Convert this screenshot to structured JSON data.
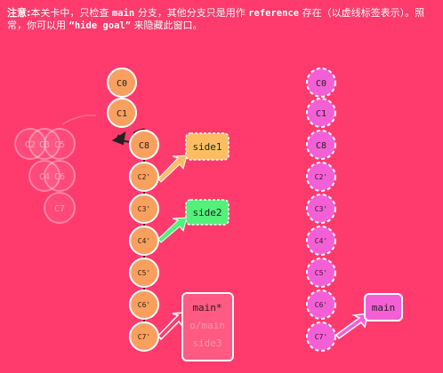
{
  "note": {
    "label": "注意:",
    "t1": "本关卡中，只检查 ",
    "c1": "main",
    "t2": " 分支，其他分支只是用作 ",
    "c2": "reference",
    "t3": " 存在（以虚线标签表示）。照常，你可以用 ",
    "c3": "“hide goal”",
    "t4": " 来隐藏此窗口。"
  },
  "ghost_commits": [
    "C2",
    "C3",
    "C5",
    "C4",
    "C6",
    "C7"
  ],
  "left_tree": {
    "commits": [
      "C0",
      "C1",
      "C8",
      "C2'",
      "C3'",
      "C4'",
      "C5'",
      "C6'",
      "C7'"
    ],
    "branches": {
      "side1": "side1",
      "side2": "side2",
      "main": "main*",
      "faded_1": "o/main",
      "faded_2": "side3"
    }
  },
  "right_tree": {
    "commits": [
      "C0",
      "C1",
      "C8",
      "C2'",
      "C3'",
      "C4'",
      "C5'",
      "C6'",
      "C7'"
    ],
    "branch": "main"
  },
  "colors": {
    "background": "#ff3b6e",
    "commit_left": "#f9a05e",
    "commit_right": "#f55fd6",
    "side1_tag": "#ffbd63",
    "side2_tag": "#53f07a",
    "main_tag_right": "#f55fd6"
  }
}
